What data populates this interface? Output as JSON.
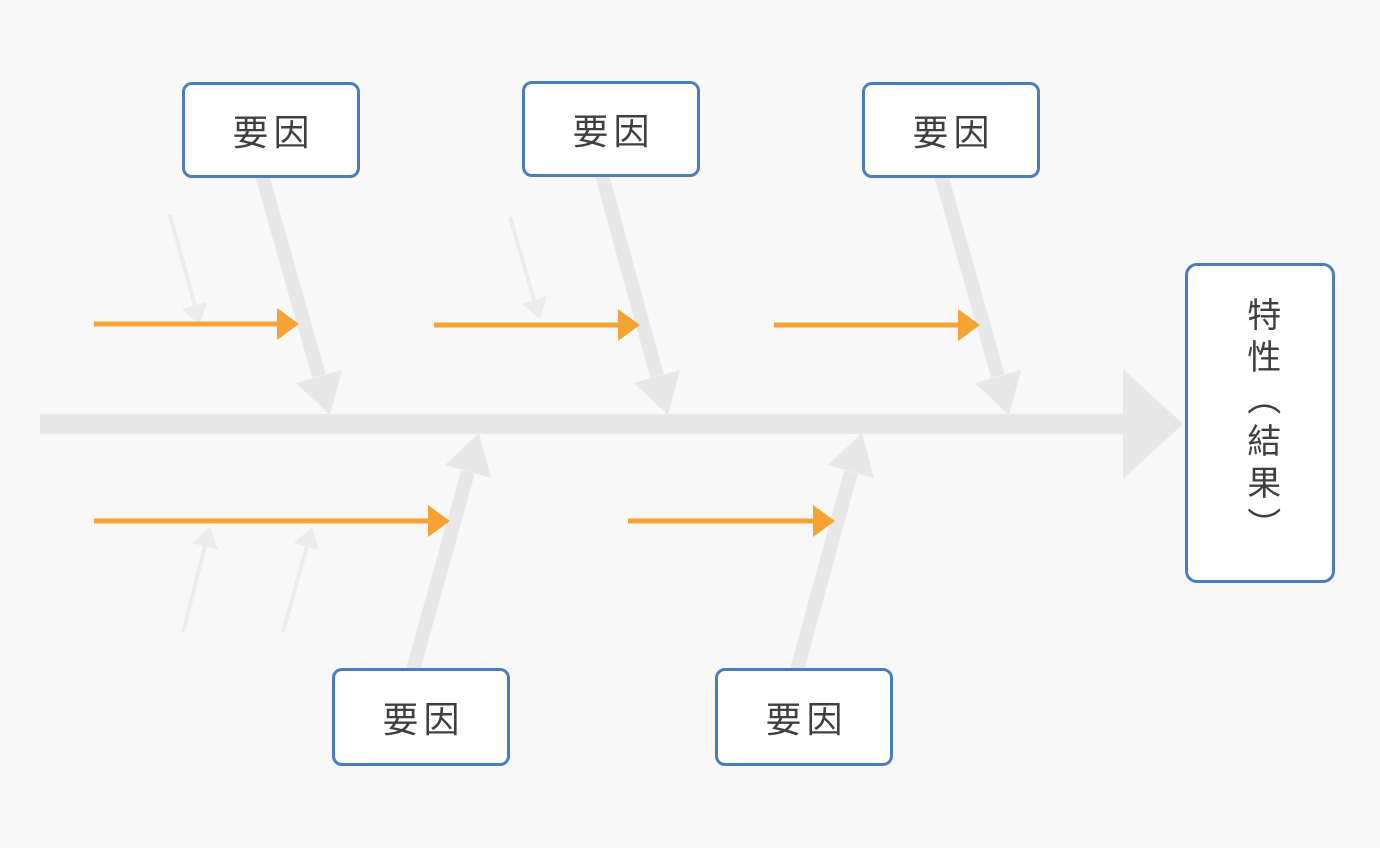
{
  "boxes": {
    "factors": [
      {
        "id": "top-1",
        "label": "要因"
      },
      {
        "id": "top-2",
        "label": "要因"
      },
      {
        "id": "top-3",
        "label": "要因"
      },
      {
        "id": "bottom-1",
        "label": "要因"
      },
      {
        "id": "bottom-2",
        "label": "要因"
      }
    ],
    "effect": {
      "label": "特性（結果）"
    }
  },
  "colors": {
    "background": "#f8f8f8",
    "box_bg": "#ffffff",
    "box_border": "#4a7dbe",
    "box_text": "#3f3f3f",
    "spine": "#e8e8e8",
    "sub_arrow": "#ececec",
    "accent": "#f5a433"
  }
}
